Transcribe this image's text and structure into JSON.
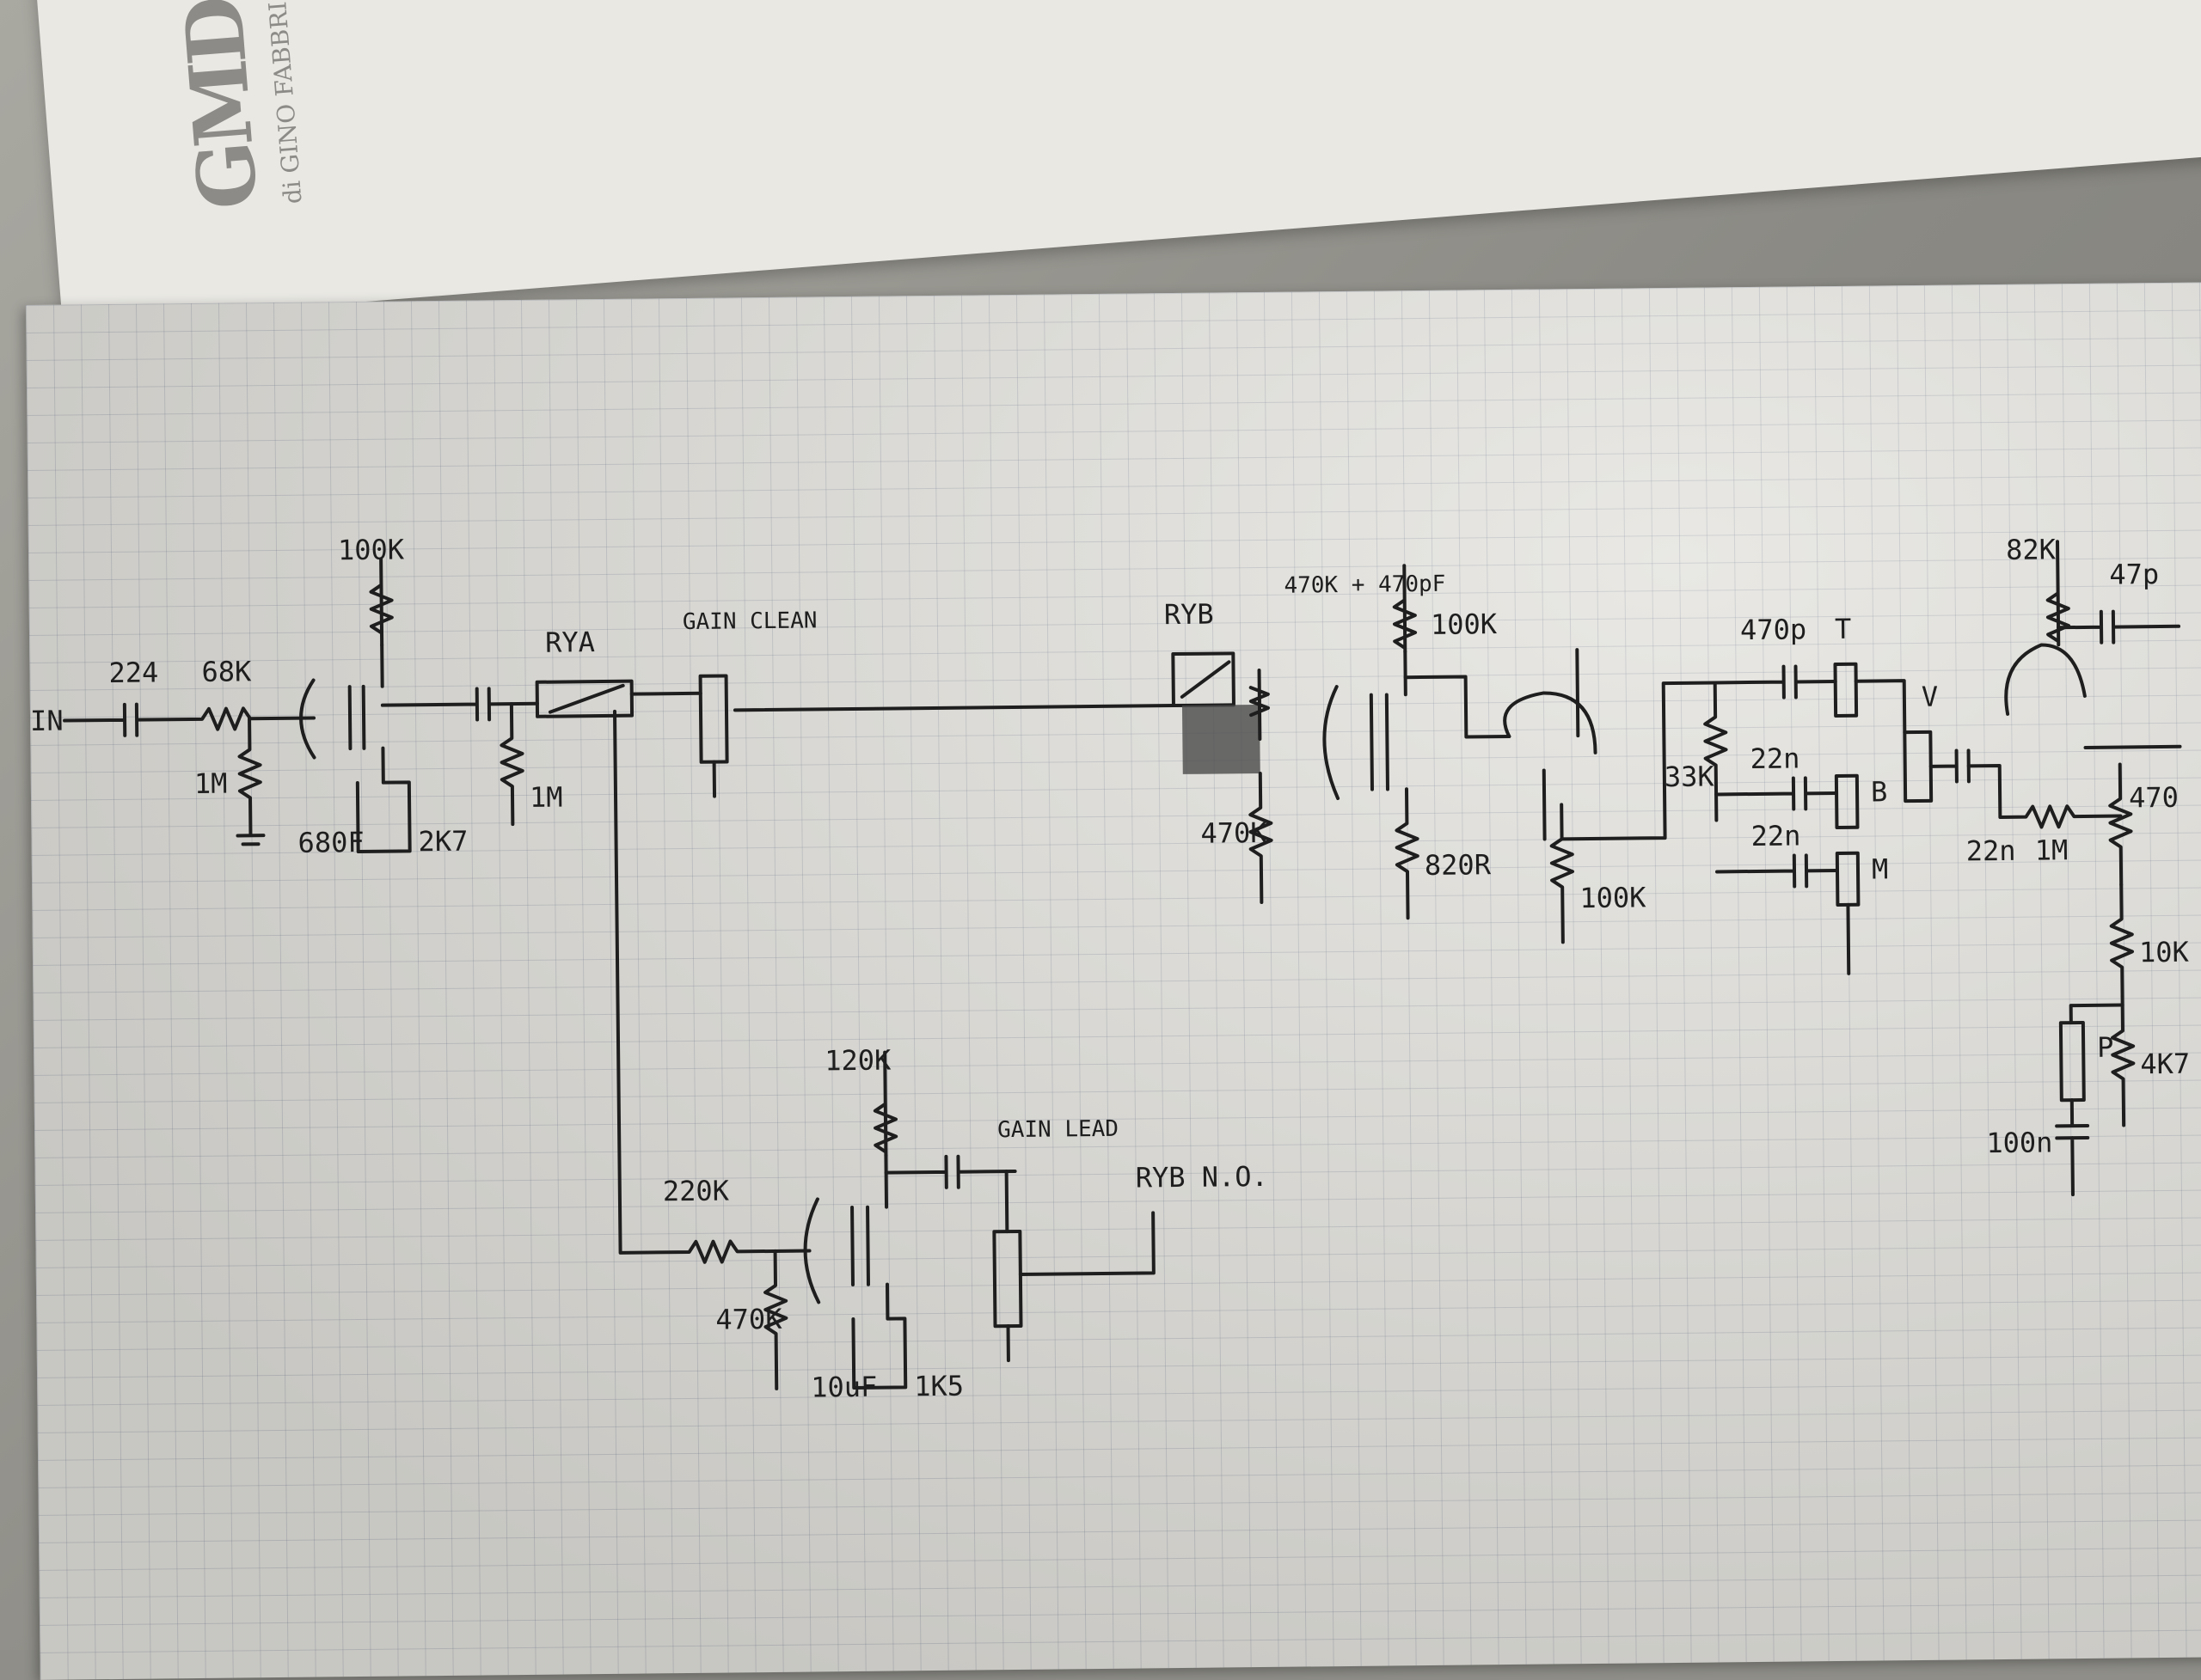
{
  "background_sheet": {
    "logo_mark": "GMD",
    "logo_sub": "di GINO FABBRI & C."
  },
  "schematic": {
    "input": "IN",
    "labels": {
      "c_in": "224",
      "r_in": "68K",
      "r_gnd1": "1M",
      "c_cath1": "680F",
      "r_cath1": "2K7",
      "r_plate1": "100K",
      "r_grid2": "1M",
      "rya": "RYA",
      "gain_clean": "GAIN CLEAN",
      "r_lead_in": "220K",
      "r_lead_gnd": "470K",
      "r_plate_lead": "120K",
      "c_cath_lead": "10uF",
      "r_cath_lead": "1K5",
      "gain_lead": "GAIN LEAD",
      "ryb_no": "RYB N.O.",
      "ryb": "RYB",
      "rc_ryb": "470K + 470pF",
      "r_ryb_gnd": "470K",
      "r_plate2": "100K",
      "r_cath2": "820R",
      "r_cath3": "100K",
      "r_tone": "33K",
      "c_treble": "470p",
      "c_bass": "22n",
      "c_mid": "22n",
      "pot_t": "T",
      "pot_b": "B",
      "pot_m": "M",
      "c_4": "22n",
      "r_1m": "1M",
      "r_82k": "82K",
      "c_47p": "47p",
      "r_470": "470",
      "r_10k": "10K",
      "r_4k7": "4K7",
      "pot_p": "P",
      "c_100n": "100n",
      "pot_v": "V"
    }
  }
}
